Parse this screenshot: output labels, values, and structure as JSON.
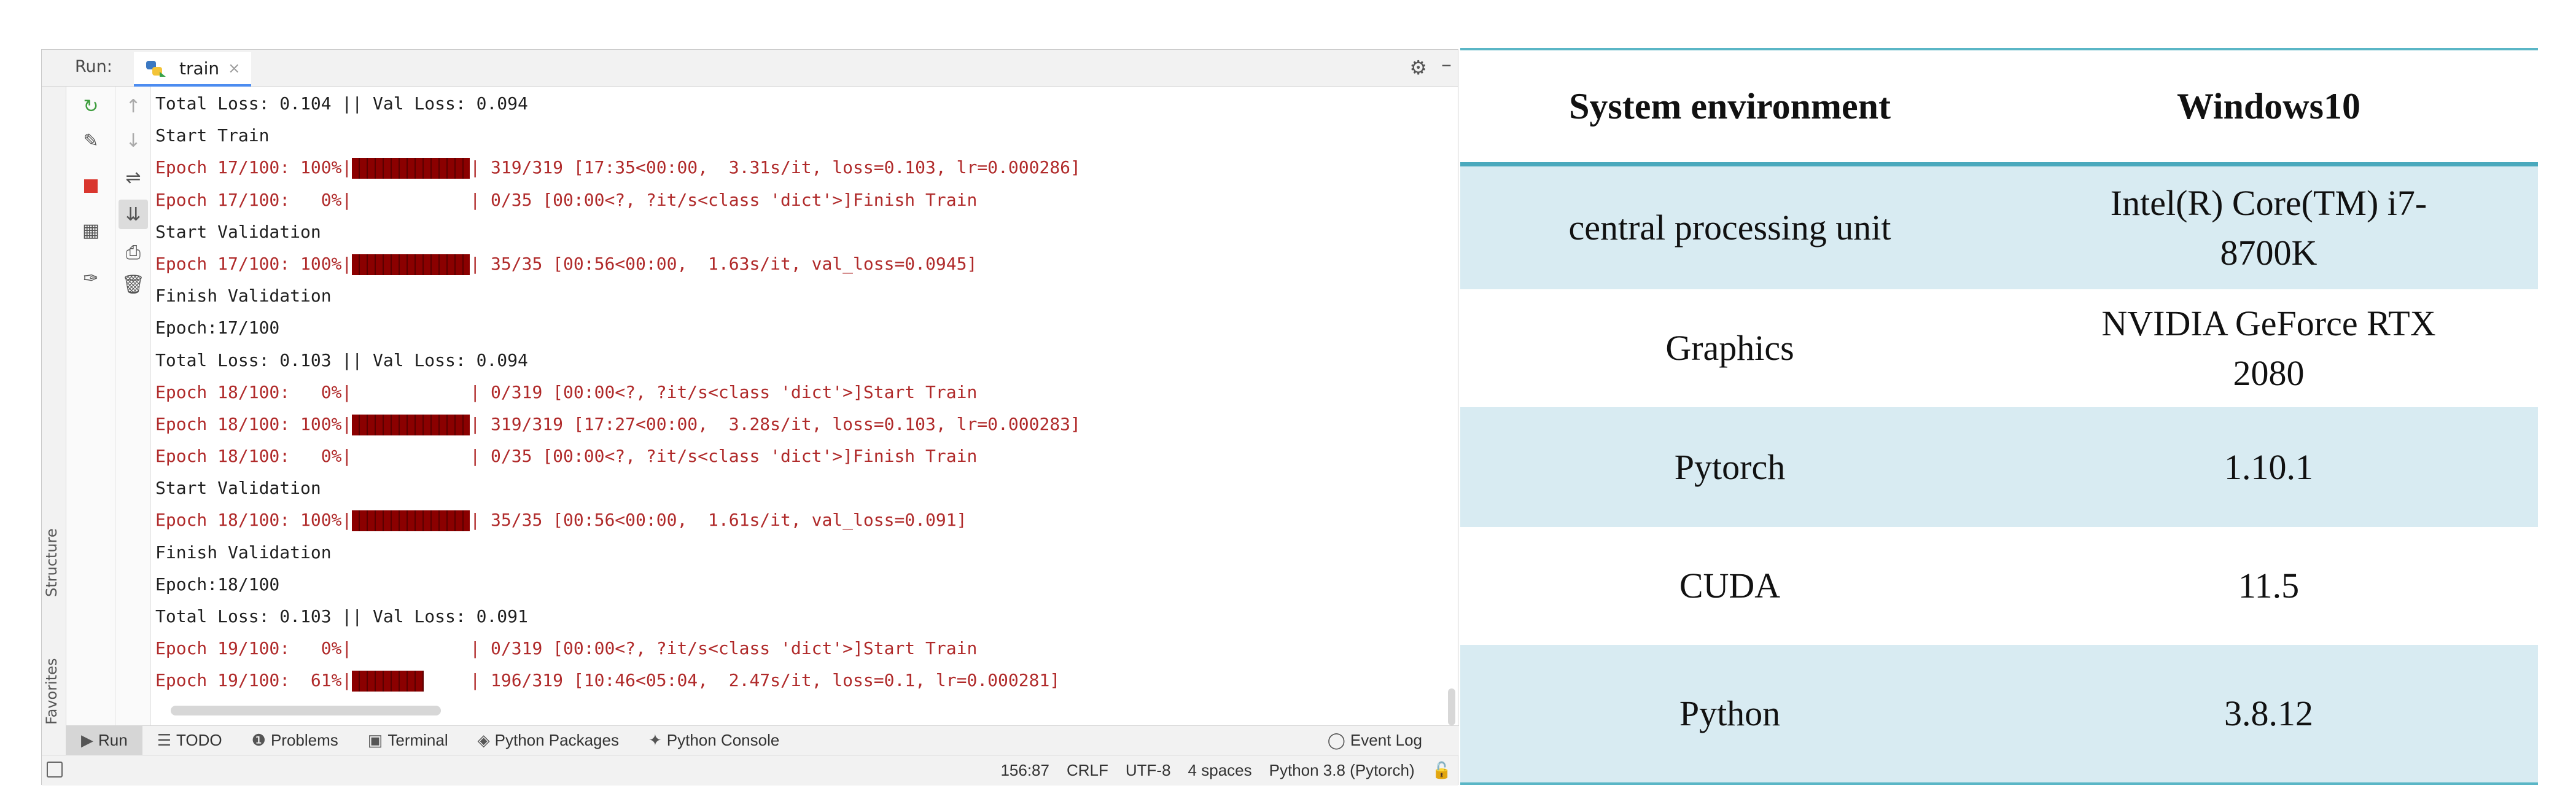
{
  "ide": {
    "run_label": "Run:",
    "tab_label": "train",
    "tab_close": "×",
    "left_strip": {
      "structure": "Structure",
      "favorites": "Favorites"
    },
    "console_lines": [
      {
        "type": "info",
        "text": "Total Loss: 0.104 || Val Loss: 0.094"
      },
      {
        "type": "info",
        "text": "Start Train"
      },
      {
        "type": "err",
        "pre": "Epoch 17/100: 100%|",
        "fill": 1.0,
        "post": "| 319/319 [17:35<00:00,  3.31s/it, loss=0.103, lr=0.000286]"
      },
      {
        "type": "err",
        "pre": "Epoch 17/100:   0%|",
        "fill": 0.0,
        "post": "| 0/35 [00:00<?, ?it/s<class 'dict'>]Finish Train"
      },
      {
        "type": "info",
        "text": "Start Validation"
      },
      {
        "type": "err",
        "pre": "Epoch 17/100: 100%|",
        "fill": 1.0,
        "post": "| 35/35 [00:56<00:00,  1.63s/it, val_loss=0.0945]"
      },
      {
        "type": "info",
        "text": "Finish Validation"
      },
      {
        "type": "info",
        "text": "Epoch:17/100"
      },
      {
        "type": "info",
        "text": "Total Loss: 0.103 || Val Loss: 0.094"
      },
      {
        "type": "err",
        "pre": "Epoch 18/100:   0%|",
        "fill": 0.0,
        "post": "| 0/319 [00:00<?, ?it/s<class 'dict'>]Start Train"
      },
      {
        "type": "err",
        "pre": "Epoch 18/100: 100%|",
        "fill": 1.0,
        "post": "| 319/319 [17:27<00:00,  3.28s/it, loss=0.103, lr=0.000283]"
      },
      {
        "type": "err",
        "pre": "Epoch 18/100:   0%|",
        "fill": 0.0,
        "post": "| 0/35 [00:00<?, ?it/s<class 'dict'>]Finish Train"
      },
      {
        "type": "info",
        "text": "Start Validation"
      },
      {
        "type": "err",
        "pre": "Epoch 18/100: 100%|",
        "fill": 1.0,
        "post": "| 35/35 [00:56<00:00,  1.61s/it, val_loss=0.091]"
      },
      {
        "type": "info",
        "text": "Finish Validation"
      },
      {
        "type": "info",
        "text": "Epoch:18/100"
      },
      {
        "type": "info",
        "text": "Total Loss: 0.103 || Val Loss: 0.091"
      },
      {
        "type": "err",
        "pre": "Epoch 19/100:   0%|",
        "fill": 0.0,
        "post": "| 0/319 [00:00<?, ?it/s<class 'dict'>]Start Train"
      },
      {
        "type": "err",
        "pre": "Epoch 19/100:  61%|",
        "fill": 0.61,
        "post": "| 196/319 [10:46<05:04,  2.47s/it, loss=0.1, lr=0.000281]"
      }
    ],
    "bottom_tabs": [
      {
        "name": "run",
        "icon": "▶",
        "label": "Run",
        "active": true
      },
      {
        "name": "todo",
        "icon": "☰",
        "label": "TODO",
        "active": false
      },
      {
        "name": "problems",
        "icon": "❶",
        "label": "Problems",
        "active": false
      },
      {
        "name": "terminal",
        "icon": "▣",
        "label": "Terminal",
        "active": false
      },
      {
        "name": "python-packages",
        "icon": "◈",
        "label": "Python Packages",
        "active": false
      },
      {
        "name": "python-console",
        "icon": "✦",
        "label": "Python Console",
        "active": false
      }
    ],
    "event_log": "Event Log",
    "status": {
      "position": "156:87",
      "line_sep": "CRLF",
      "encoding": "UTF-8",
      "indent": "4 spaces",
      "interpreter": "Python 3.8 (Pytorch)"
    }
  },
  "table": {
    "header": {
      "c1": "System environment",
      "c2": "Windows10"
    },
    "rows": [
      {
        "c1": "central  processing unit",
        "c2a": "Intel(R)  Core(TM) i7-",
        "c2b": "8700K"
      },
      {
        "c1": "Graphics",
        "c2a": "NVIDIA  GeForce RTX",
        "c2b": "2080"
      },
      {
        "c1": "Pytorch",
        "c2a": "1.10.1",
        "c2b": ""
      },
      {
        "c1": "CUDA",
        "c2a": "11.5",
        "c2b": ""
      },
      {
        "c1": "Python",
        "c2a": "3.8.12",
        "c2b": ""
      }
    ]
  }
}
